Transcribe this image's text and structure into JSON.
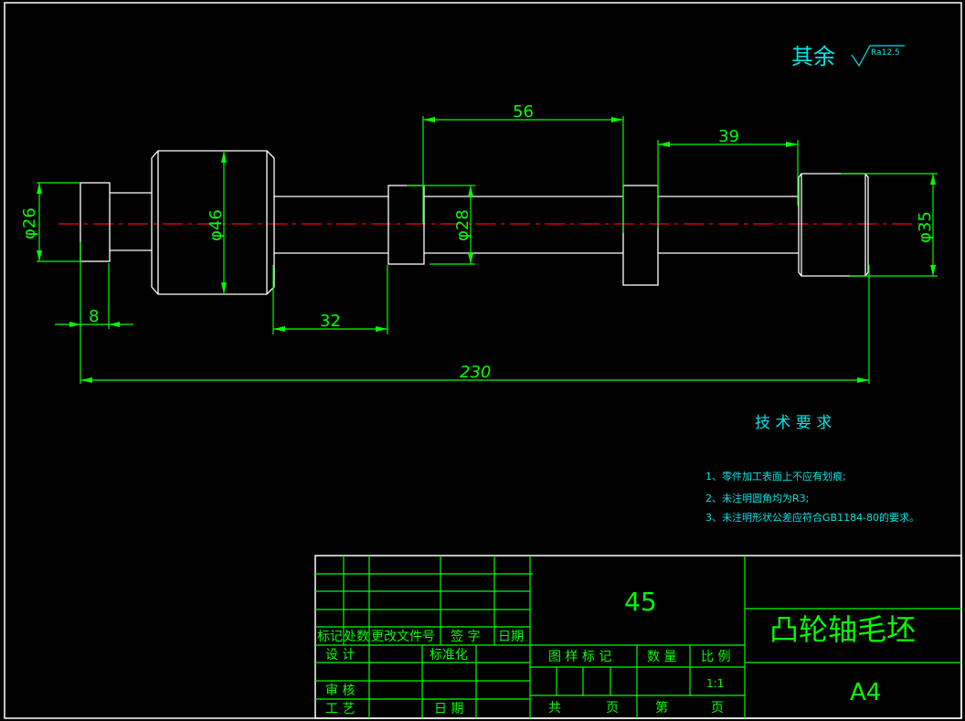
{
  "drawing": {
    "title": "凸轮轴毛坯",
    "material": "45",
    "paper_size": "A4",
    "scale": "1:1",
    "colors": {
      "background": "#000000",
      "outline": "#ffffff",
      "dimension": "#00ff00",
      "centerline": "#ff0000",
      "annotation": "#00e5e5"
    }
  },
  "surface_finish": {
    "label": "其余",
    "symbol_value": "Ra12.5"
  },
  "dimensions": {
    "d26": "φ26",
    "d46": "φ46",
    "d28": "φ28",
    "d35": "φ35",
    "len8": "8",
    "len32": "32",
    "len56": "56",
    "len39": "39",
    "len230": "230"
  },
  "technical_requirements": {
    "heading": "技 术 要 求",
    "items": [
      "1、零件加工表面上不应有划痕;",
      "2、未注明圆角均为R3;",
      "3、未注明形状公差应符合GB1184-80的要求。"
    ]
  },
  "title_block": {
    "rev_headers": [
      "标记",
      "处数",
      "更改文件号",
      "签 字",
      "日期"
    ],
    "design": "设 计",
    "standardization": "标准化",
    "review": "审 核",
    "process": "工 艺",
    "date": "日 期",
    "drawing_mark": "图 样 标 记",
    "quantity": "数 量",
    "ratio": "比 例",
    "total": "共",
    "page": "页",
    "sheet_no": "第",
    "page2": "页"
  }
}
